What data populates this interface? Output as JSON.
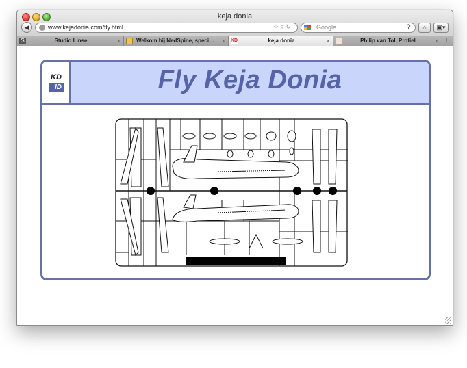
{
  "window": {
    "title": "keja donia"
  },
  "nav": {
    "back_icon": "back-arrow-icon",
    "url": "www.kejadonia.com/fly.html",
    "tools_icons": [
      "star-icon",
      "dropdown-icon",
      "reload-icon"
    ],
    "search_engine_icon": "google-icon",
    "search_placeholder": "Google",
    "search_icon": "magnifier-icon",
    "home_icon": "home-icon",
    "bookmarks_icon": "bookmark-menu-icon"
  },
  "tabs": [
    {
      "label": "Studio Linse",
      "icon": "s-favicon",
      "active": false
    },
    {
      "label": "Welkom bij NedSpine, specialis…",
      "icon": "nedspine-favicon",
      "active": false
    },
    {
      "label": "keja donia",
      "icon": "kd-favicon",
      "active": true
    },
    {
      "label": "Philip van Tol, Profiel",
      "icon": "profile-favicon",
      "active": false
    }
  ],
  "new_tab_label": "+",
  "tab_close_label": "×",
  "page": {
    "title": "Fly Keja Donia",
    "logo": {
      "top": "KD",
      "bottom": "ID"
    },
    "image": "model-airplane-kit-sprue",
    "colors": {
      "accent": "#6672a6",
      "header_bg": "#c9d5fb",
      "title_color": "#5664a7"
    }
  }
}
